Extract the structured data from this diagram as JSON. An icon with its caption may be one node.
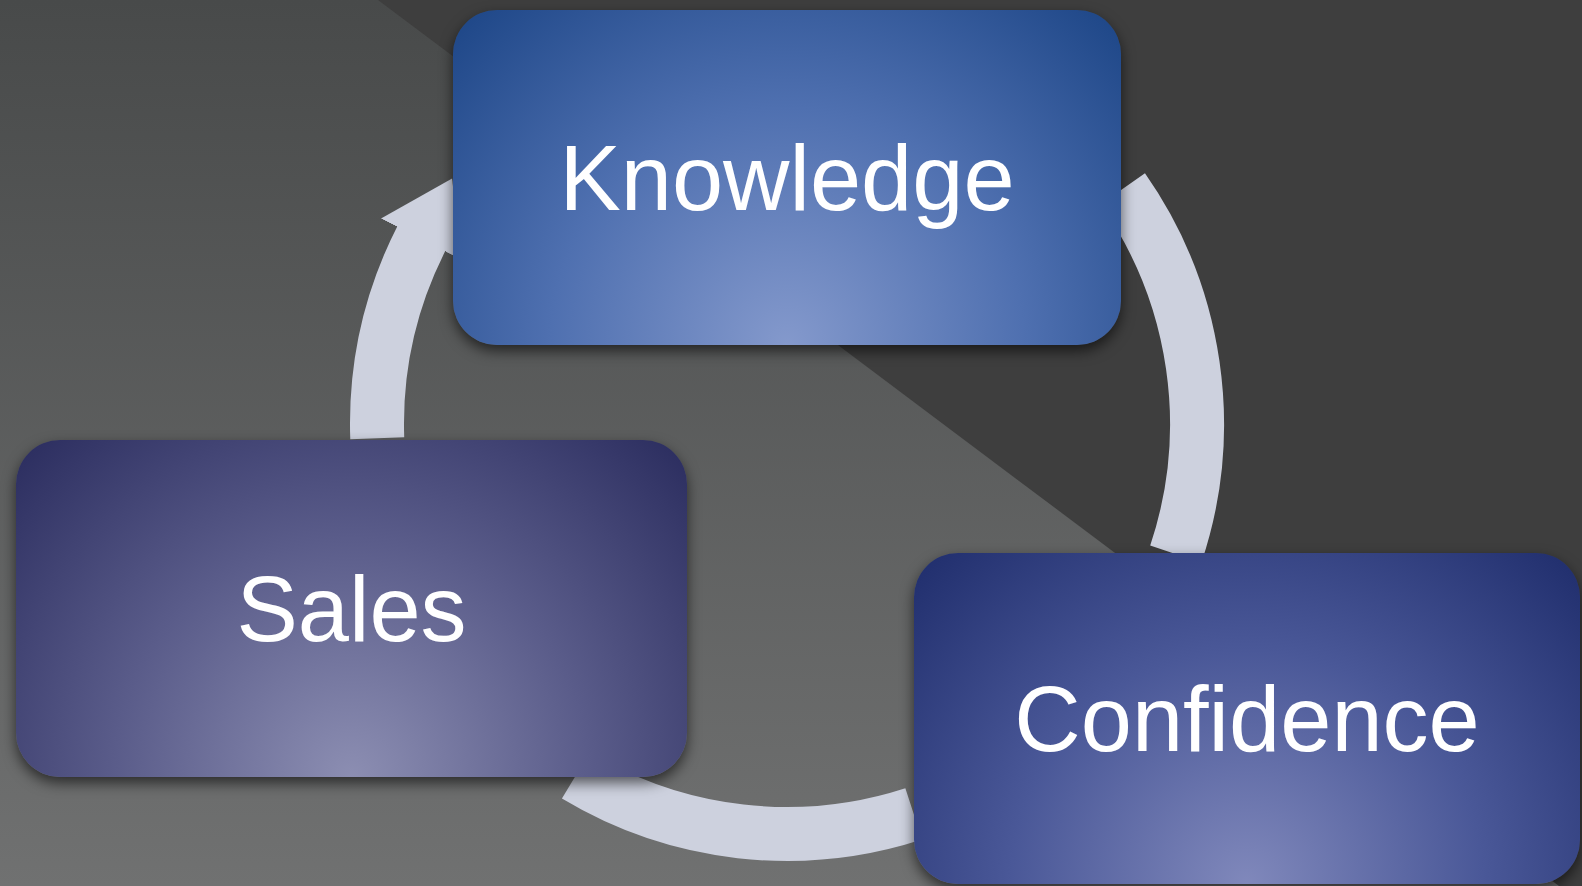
{
  "diagram": {
    "nodes": [
      {
        "text": [
          "Knowledge"
        ]
      },
      {
        "text": [
          "Confidence"
        ]
      },
      {
        "text": [
          "Sales"
        ]
      }
    ],
    "edges": [
      {
        "from": 0,
        "to": 1,
        "arrow": "none"
      },
      {
        "from": 1,
        "to": 2,
        "arrow": "none"
      },
      {
        "from": 2,
        "to": 0,
        "arrow": "to"
      }
    ]
  }
}
